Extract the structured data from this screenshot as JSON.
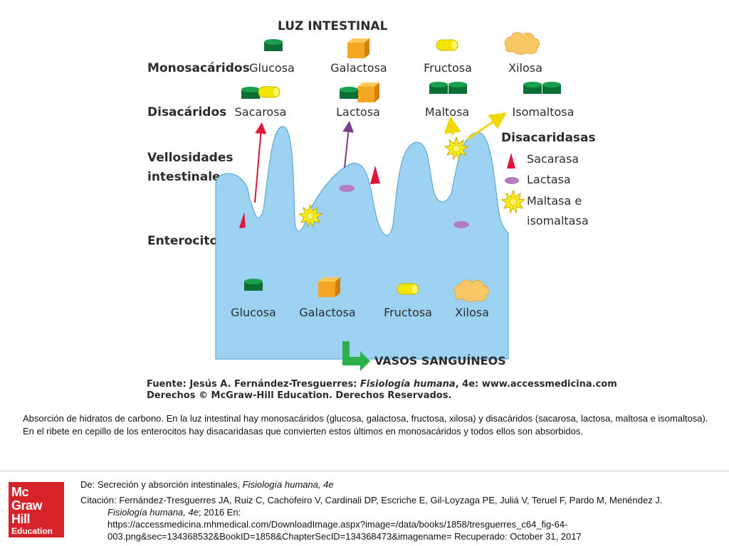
{
  "figure": {
    "luz": "LUZ INTESTINAL",
    "rows": {
      "monosacaridos": "Monosacáridos",
      "disacaridos": "Disacáridos",
      "vellosidades_1": "Vellosidades",
      "vellosidades_2": "intestinales",
      "enterocito": "Enterocito"
    },
    "mono": [
      "Glucosa",
      "Galactosa",
      "Fructosa",
      "Xilosa"
    ],
    "di": [
      "Sacarosa",
      "Lactosa",
      "Maltosa",
      "Isomaltosa"
    ],
    "legend": {
      "title": "Disacaridasas",
      "sacarasa": "Sacarasa",
      "lactasa": "Lactasa",
      "maltasa_1": "Maltasa e",
      "maltasa_2": "isomaltasa"
    },
    "entero": [
      "Glucosa",
      "Galactosa",
      "Fructosa",
      "Xilosa"
    ],
    "vasos": "VASOS SANGUÍNEOS",
    "fuente_prefix": "Fuente: Jesús A. Fernández-Tresguerres: ",
    "fuente_title": "Fisiología humana",
    "fuente_suffix": ", 4e: www.accessmedicina.com",
    "derechos": "Derechos © McGraw-Hill Education. Derechos Reservados."
  },
  "caption": "Absorción de hidratos de carbono. En la luz intestinal hay monosacáridos (glucosa, galactosa, fructosa, xilosa) y disacáridos (sacarosa, lactosa, maltosa e isomaltosa). En el ribete en cepillo de los enterocitos hay disacaridasas que convierten estos últimos en monosacáridos y todos ellos son absorbidos.",
  "logo": {
    "l1": "Mc",
    "l2": "Graw",
    "l3": "Hill",
    "l4": "Education"
  },
  "reference": {
    "from_prefix": "De: Secreción y absorción intestinales, ",
    "from_title": "Fisiología humana, 4e",
    "cite_prefix": "Citación: Fernández-Tresguerres JA, Ruiz C, Cachofeiro V, Cardinali DP, Escriche E, Gil-Loyzaga PE, Juliá V, Teruel F, Pardo M, Menéndez J.",
    "cite_title": "Fisiología humana, 4e",
    "cite_year": "; 2016 En:",
    "url_1": "https://accessmedicina.mhmedical.com/DownloadImage.aspx?image=/data/books/1858/tresguerres_c64_fig-64-",
    "url_2": "003.png&sec=134368532&BookID=1858&ChapterSecID=134368473&imagename= Recuperado: October 31, 2017"
  },
  "colors": {
    "glucose": "#0f8a43",
    "galactose": "#f5a623",
    "fructose": "#f2e600",
    "xylose": "#f8c760",
    "enterocyte": "#9dd2f2",
    "sacarasa": "#e0173a",
    "lactasa": "#b37cc0",
    "maltasa": "#f7ee1c",
    "vasos_arrow": "#2bb24c",
    "brand": "#d6232a"
  }
}
